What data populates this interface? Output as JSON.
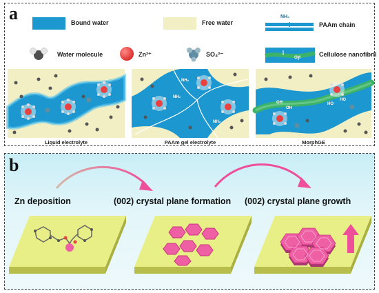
{
  "panel_a": {
    "label": "a",
    "legend": {
      "bound_water": "Bound water",
      "free_water": "Free water",
      "paam_chain": "PAAm chain",
      "nh2": "NH₂",
      "water_molecule": "Water molecule",
      "zn_ion": "Zn²⁺",
      "so4_ion": "SO₄²⁻",
      "cellulose": "Cellulose nanofibril",
      "oh": "OH"
    },
    "captions": [
      "Liquid electrolyte",
      "PAAm gel electrolyte",
      "MorphGE"
    ],
    "nh2_label": "NH₂",
    "oh_label": "OH",
    "ho_label": "HO"
  },
  "panel_b": {
    "label": "b",
    "steps": [
      "Zn deposition",
      "(002) crystal plane formation",
      "(002) crystal plane growth"
    ]
  },
  "colors": {
    "bound_water": "#1d97cf",
    "free_water": "#f3efc4",
    "zn": "#e8413f",
    "plate": "#e8ef86",
    "hexagon": "#ef5fa4",
    "arrow": "#ee4f9a",
    "fiber": "#3db36a"
  }
}
